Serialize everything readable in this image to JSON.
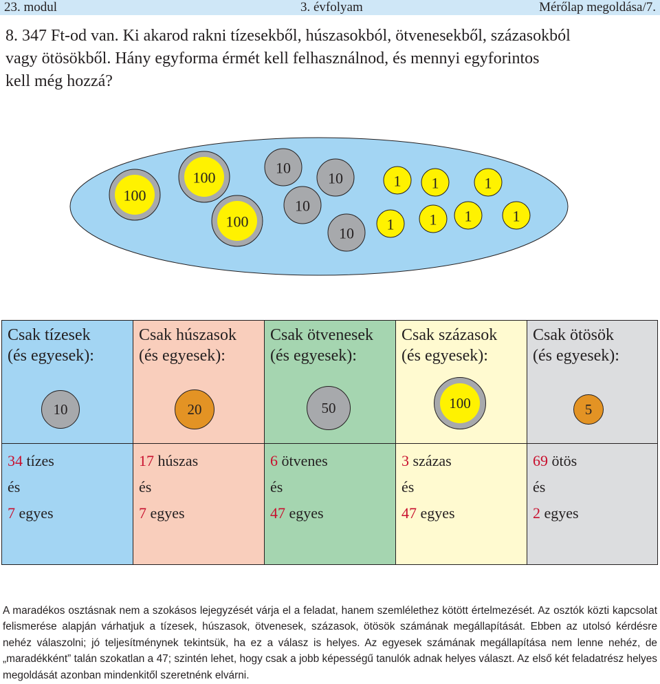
{
  "header": {
    "module": "23. modul",
    "grade": "3. évfolyam",
    "page": "Mérőlap megoldása/7."
  },
  "task": {
    "line1": "8. 347 Ft-od van. Ki akarod rakni tízesekből, húszasokból, ötvenesekből, százasokból",
    "line2": "vagy ötösökből. Hány egyforma érmét kell felhasználnod, és mennyi egyforintos",
    "line3": "kell még hozzá?"
  },
  "coins": {
    "hundreds": [
      "100",
      "100",
      "100"
    ],
    "tens": [
      "10",
      "10",
      "10",
      "10"
    ],
    "ones": [
      "1",
      "1",
      "1",
      "1",
      "1",
      "1",
      "1"
    ]
  },
  "colors": {
    "ellipse": "#a3d5f3",
    "gold": "#fff200",
    "silver": "#a7a9ac",
    "bronze": "#e39324",
    "col1": "#a3d5f3",
    "col2": "#f9cebc",
    "col3": "#a5d5b0",
    "col4": "#fffad0",
    "col5": "#dcdddf",
    "red": "#c8102e"
  },
  "columns": [
    {
      "head1": "Csak tízesek",
      "head2": "(és egyesek):",
      "coin": "10",
      "count": "34",
      "unit": "tízes",
      "and": "és",
      "ones": "7",
      "ones_unit": "egyes"
    },
    {
      "head1": "Csak húszasok",
      "head2": "(és egyesek):",
      "coin": "20",
      "count": "17",
      "unit": "húszas",
      "and": "és",
      "ones": "7",
      "ones_unit": "egyes"
    },
    {
      "head1": "Csak ötvenesek",
      "head2": "(és egyesek):",
      "coin": "50",
      "count": "6",
      "unit": "ötvenes",
      "and": "és",
      "ones": "47",
      "ones_unit": "egyes"
    },
    {
      "head1": "Csak százasok",
      "head2": "(és egyesek):",
      "coin": "100",
      "count": "3",
      "unit": "százas",
      "and": "és",
      "ones": "47",
      "ones_unit": "egyes"
    },
    {
      "head1": "Csak ötösök",
      "head2": "(és egyesek):",
      "coin": "5",
      "count": "69",
      "unit": "ötös",
      "and": "és",
      "ones": "2",
      "ones_unit": "egyes"
    }
  ],
  "note": "A maradékos osztásnak nem a szokásos lejegyzését várja el a feladat, hanem szemlélethez kötött értelmezését. Az osztók közti kapcsolat felismerése alapján várhatjuk a tízesek, húszasok, ötvenesek, százasok, ötösök számának megállapítását. Ebben az utolsó kérdésre nehéz válaszolni; jó teljesítménynek tekintsük, ha ez a válasz is helyes. Az egyesek számának megállapítása nem lenne nehéz, de „maradékként” talán szokatlan a 47; szintén lehet, hogy csak a jobb képességű tanulók adnak helyes választ. Az első két feladatrész helyes megoldását azonban mindenkitől szeretnénk elvárni."
}
